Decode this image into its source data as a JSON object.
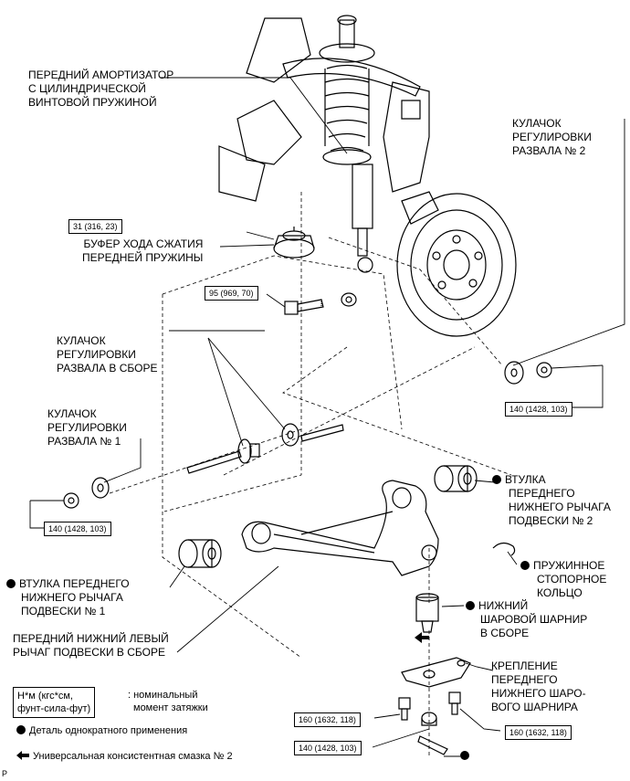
{
  "labels": {
    "shock_absorber": [
      "ПЕРЕДНИЙ АМОРТИЗАТОР",
      "С ЦИЛИНДРИЧЕСКОЙ",
      "ВИНТОВОЙ ПРУЖИНОЙ"
    ],
    "cam2": [
      "КУЛАЧОК",
      "РЕГУЛИРОВКИ",
      "РАЗВАЛА № 2"
    ],
    "bumper": [
      "БУФЕР ХОДА СЖАТИЯ",
      "ПЕРЕДНЕЙ ПРУЖИНЫ"
    ],
    "cam_assy": [
      "КУЛАЧОК",
      "РЕГУЛИРОВКИ",
      "РАЗВАЛА В СБОРЕ"
    ],
    "cam1": [
      "КУЛАЧОК",
      "РЕГУЛИРОВКИ",
      "РАЗВАЛА № 1"
    ],
    "bushing2": [
      "ВТУЛКА",
      "ПЕРЕДНЕГО",
      "НИЖНЕГО РЫЧАГА",
      "ПОДВЕСКИ № 2"
    ],
    "snap_ring": [
      "ПРУЖИННОЕ",
      "СТОПОРНОЕ",
      "КОЛЬЦО"
    ],
    "bushing1": [
      "ВТУЛКА ПЕРЕДНЕГО",
      "НИЖНЕГО РЫЧАГА",
      "ПОДВЕСКИ № 1"
    ],
    "ball_joint": [
      "НИЖНИЙ",
      "ШАРОВОЙ ШАРНИР",
      "В СБОРЕ"
    ],
    "lower_arm": [
      "ПЕРЕДНИЙ НИЖНИЙ ЛЕВЫЙ",
      "РЫЧАГ ПОДВЕСКИ В СБОРЕ"
    ],
    "attachment": [
      "КРЕПЛЕНИЕ",
      "ПЕРЕДНЕГО",
      "НИЖНЕГО ШАРО-",
      "ВОГО ШАРНИРА"
    ]
  },
  "torques": {
    "t_bumper": "31 (316, 23)",
    "t_bolt95": "95 (969, 70)",
    "t_cam2": "140 (1428, 103)",
    "t_cam1": "140 (1428, 103)",
    "t_bolt160_left": "160 (1632, 118)",
    "t_bolt160_right": "160 (1632, 118)",
    "t_nut140": "140 (1428, 103)"
  },
  "legend": {
    "unit_line1": "Н*м (кгс*см,",
    "unit_line2": "фунт-сила-фут)",
    "unit_desc_line1": ": номинальный",
    "unit_desc_line2": "момент затяжки",
    "single_use": "Деталь однократного применения",
    "grease": "Универсальная консистентная смазка № 2"
  },
  "corner_mark": "P"
}
